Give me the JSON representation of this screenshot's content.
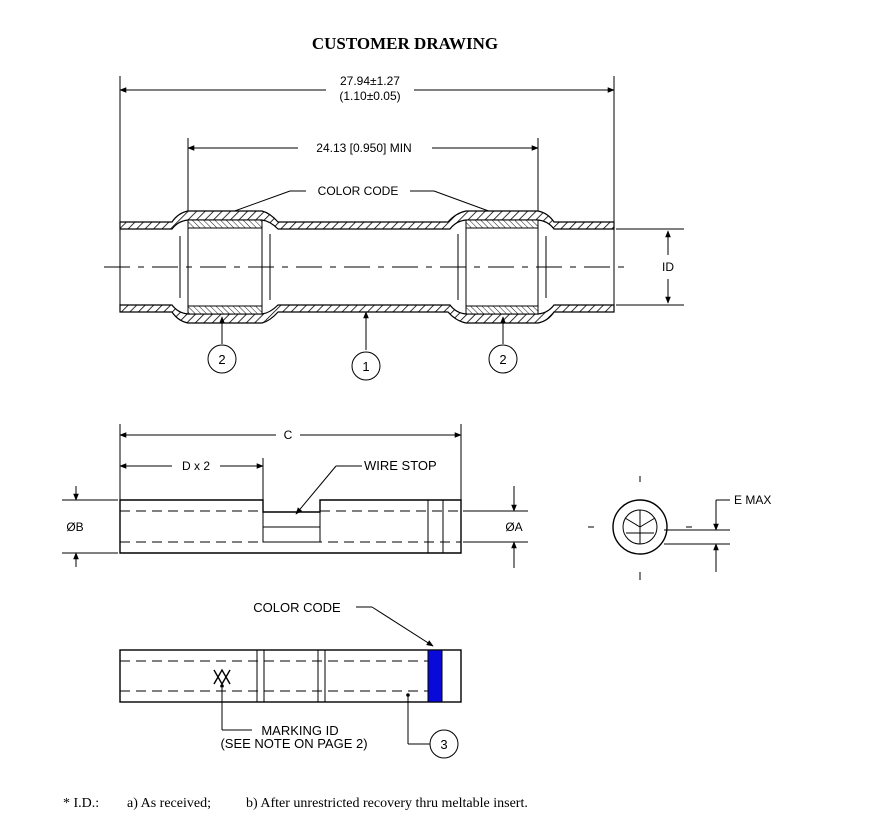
{
  "title": "CUSTOMER DRAWING",
  "top_view": {
    "overall_length_mm": "27.94±1.27",
    "overall_length_in": "(1.10±0.05)",
    "min_length": "24.13 [0.950] MIN",
    "color_code_label": "COLOR CODE",
    "id_label": "ID",
    "balloons": [
      "2",
      "1",
      "2"
    ]
  },
  "side_view": {
    "c_label": "C",
    "d_label": "D x 2",
    "wire_stop_label": "WIRE STOP",
    "b_label": "ØB",
    "a_label": "ØA"
  },
  "end_view": {
    "e_label": "E MAX"
  },
  "bottom_view": {
    "color_code_label": "COLOR CODE",
    "marking_line1": "MARKING ID",
    "marking_line2": "(SEE NOTE ON PAGE 2)",
    "balloon": "3",
    "color_band": "#0a0ad8"
  },
  "footnote": {
    "prefix": "* I.D.:",
    "a": "a) As received;",
    "b": "b) After unrestricted recovery thru meltable insert."
  }
}
